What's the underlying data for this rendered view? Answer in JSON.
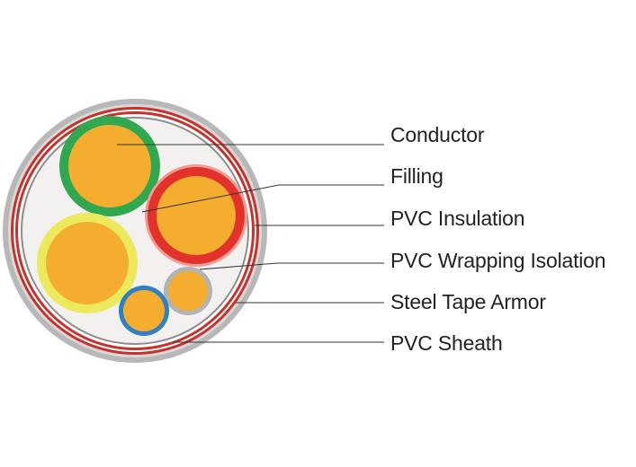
{
  "labels": {
    "conductor": "Conductor",
    "filling": "Filling",
    "pvc_insulation": "PVC Insulation",
    "pvc_wrapping_isolation": "PVC Wrapping Isolation",
    "steel_tape_armor": "Steel Tape Armor",
    "pvc_sheath": "PVC Sheath"
  },
  "colors": {
    "conductor": "#f4ad2f",
    "insulation_green": "#2fa84f",
    "insulation_red": "#e3322b",
    "insulation_yellow": "#ecea5c",
    "insulation_gray": "#b3b3b3",
    "insulation_blue": "#2f7fc4",
    "filling": "#f2f1ef",
    "sheath": "#b8b8b8",
    "armor": "#c8322c",
    "leader_line": "#333333"
  }
}
